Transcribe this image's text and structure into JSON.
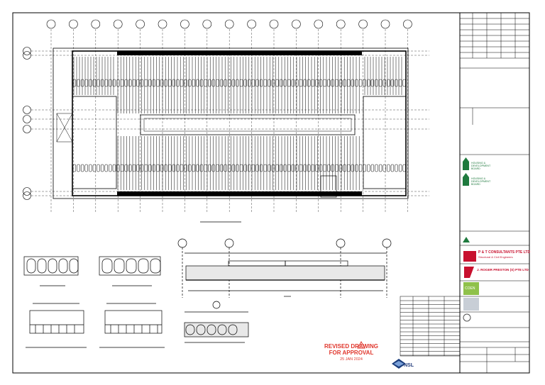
{
  "sheet": {
    "stamp": {
      "line1": "REVISED DRAWING",
      "line2": "FOR APPROVAL",
      "date": "25 JAN 2024",
      "color": "#e0362c"
    },
    "consultants": [
      {
        "name": "P & T CONSULTANTS PTE LTD",
        "role": "Structural & Civil Engineers",
        "color": "#c8102e"
      },
      {
        "name": "J. ROGER PRESTON (S) PTE LTD",
        "role": "",
        "color": "#c8102e"
      },
      {
        "name": "COEN",
        "role": "",
        "color": "#8fc14a"
      }
    ],
    "authority": {
      "line1": "HOUSING &",
      "line2": "DEVELOPMENT",
      "line3": "BOARD"
    },
    "contractor_logo": "NSL",
    "icons": [
      "hdb-logo",
      "nsl-logo",
      "revision-triangle"
    ]
  }
}
